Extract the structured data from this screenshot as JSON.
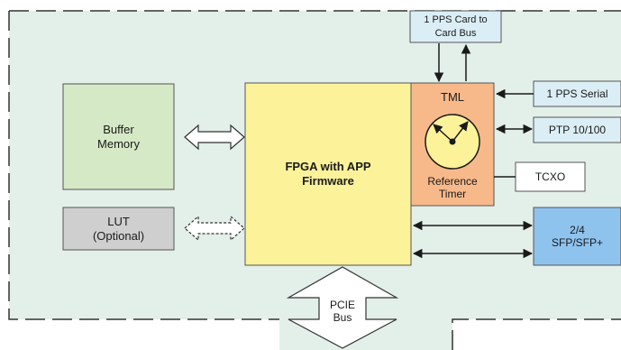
{
  "diagram": {
    "buffer_memory": {
      "line1": "Buffer",
      "line2": "Memory"
    },
    "lut": {
      "line1": "LUT",
      "line2": "(Optional)"
    },
    "fpga": {
      "line1": "FPGA with  APP",
      "line2": "Firmware"
    },
    "tml": {
      "title": "TML",
      "line1": "Reference",
      "line2": "Timer"
    },
    "pps_card": {
      "line1": "1 PPS Card to",
      "line2": "Card  Bus"
    },
    "pps_serial": {
      "label": "1 PPS Serial"
    },
    "ptp": {
      "label": "PTP 10/100"
    },
    "tcxo": {
      "label": "TCXO"
    },
    "sfp": {
      "line1": "2/4",
      "line2": "SFP/SFP+"
    },
    "pcie": {
      "line1": "PCIE",
      "line2": "Bus"
    }
  },
  "colors": {
    "board_bg": "#e3efe9",
    "buffer": "#d6e9c6",
    "lut": "#cfcfcf",
    "fpga": "#fbf29a",
    "tml": "#f7b98a",
    "light_blue": "#dbeef6",
    "sfp": "#8ec3ee",
    "tcxo": "#ffffff"
  }
}
